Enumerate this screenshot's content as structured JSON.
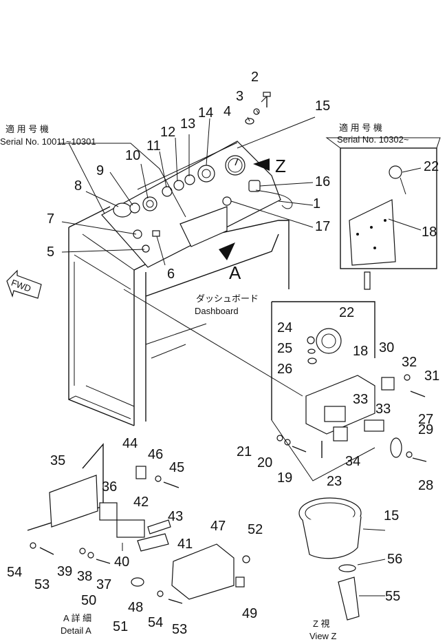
{
  "labels": {
    "serial_left_jp": "適 用 号 機",
    "serial_left": "Serial No. 10011~10301",
    "serial_right_jp": "適 用 号 機",
    "serial_right": "Serial No. 10302~",
    "dashboard_jp": "ダッシュボード",
    "dashboard": "Dashboard",
    "fwd": "FWD",
    "view_a": "A",
    "view_z": "Z",
    "detail_a_jp": "A  詳  細",
    "detail_a": "Detail  A",
    "view_z_jp": "Z   視",
    "view_z_label": "View  Z"
  },
  "callouts": [
    "1",
    "2",
    "3",
    "4",
    "5",
    "6",
    "7",
    "8",
    "9",
    "10",
    "11",
    "12",
    "13",
    "14",
    "15",
    "15",
    "16",
    "17",
    "18",
    "18",
    "19",
    "20",
    "21",
    "22",
    "22",
    "23",
    "24",
    "25",
    "26",
    "27",
    "28",
    "29",
    "30",
    "31",
    "32",
    "33",
    "33",
    "34",
    "35",
    "36",
    "37",
    "38",
    "39",
    "40",
    "41",
    "42",
    "43",
    "44",
    "45",
    "46",
    "47",
    "48",
    "49",
    "50",
    "51",
    "52",
    "53",
    "53",
    "54",
    "54",
    "55",
    "56"
  ]
}
